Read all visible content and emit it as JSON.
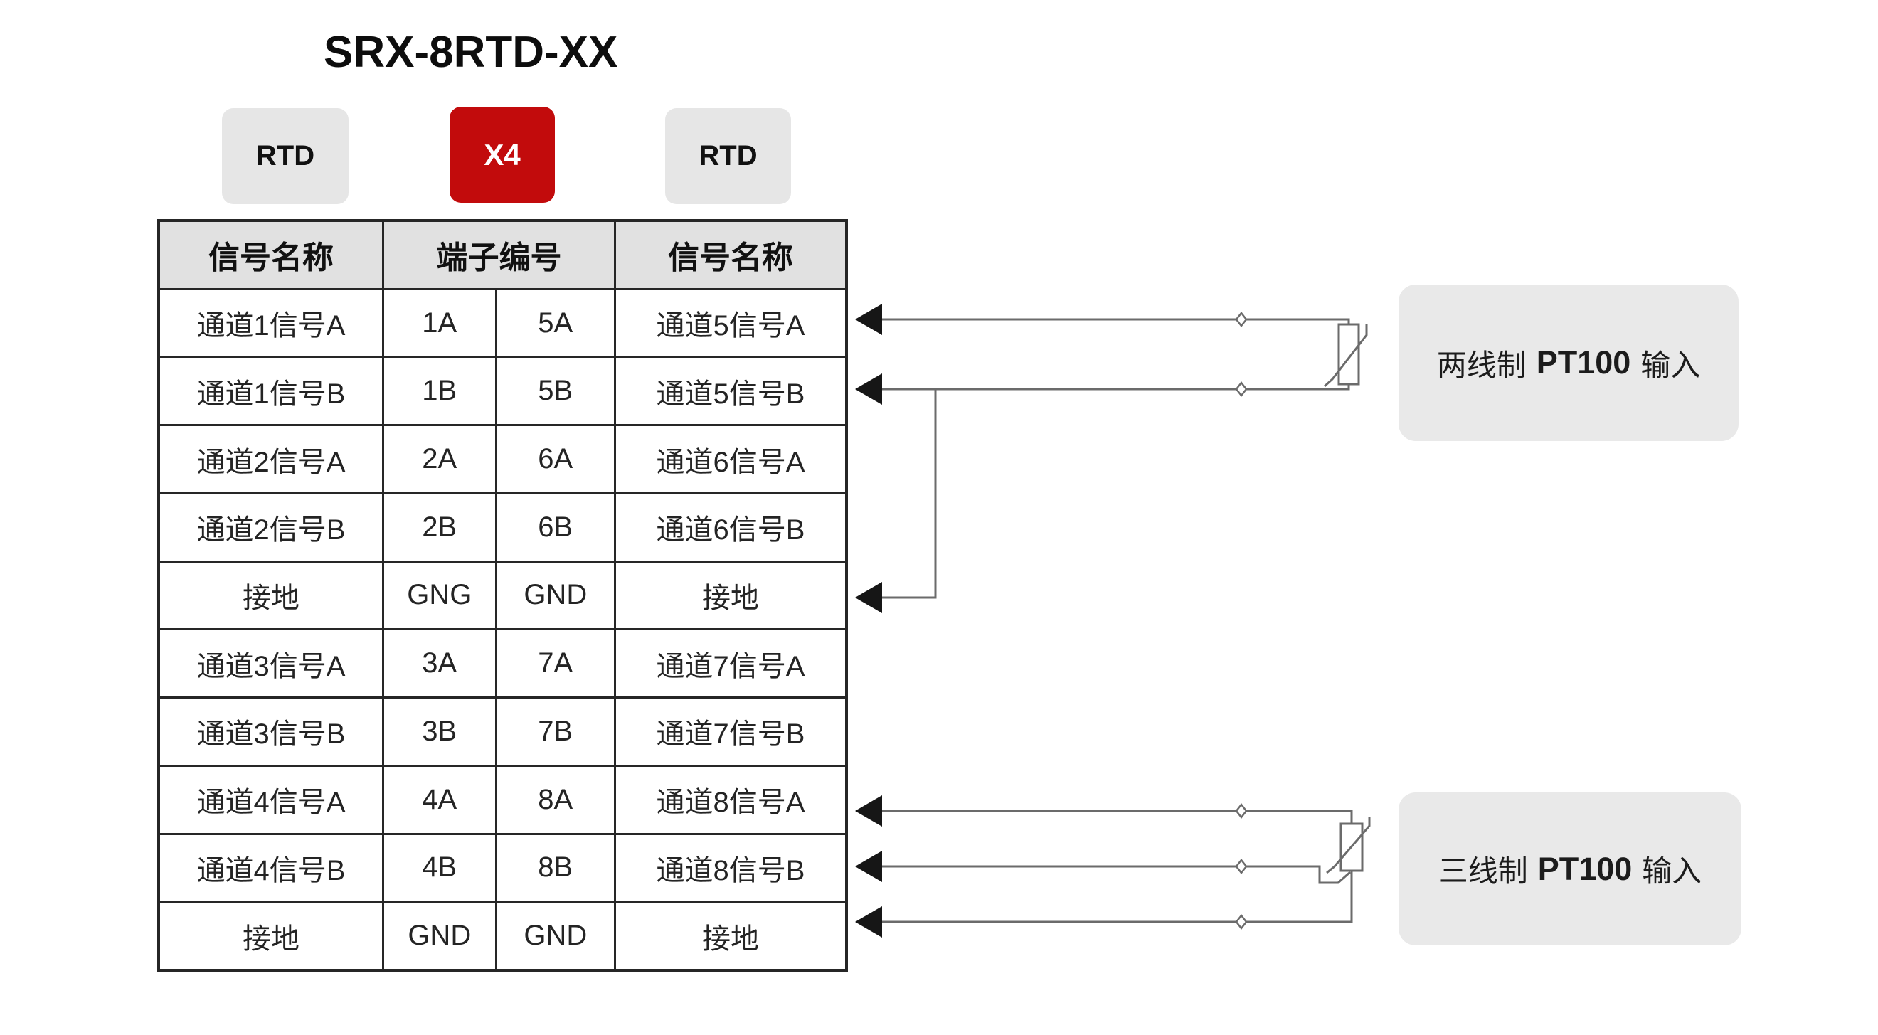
{
  "title": "SRX-8RTD-XX",
  "badges": {
    "left": "RTD",
    "center": "X4",
    "right": "RTD"
  },
  "colors": {
    "accent_red": "#c20b0c",
    "badge_gray": "#e6e6e6",
    "header_gray": "#e1e1e1",
    "label_gray": "#e9e9e9",
    "wire_gray": "#6b6b6b",
    "border_dark": "#262626",
    "arrow_black": "#161616"
  },
  "table": {
    "headers": [
      "信号名称",
      "端子编号",
      "信号名称"
    ],
    "rows": [
      {
        "left": "通道1信号A",
        "t1": "1A",
        "t2": "5A",
        "right": "通道5信号A"
      },
      {
        "left": "通道1信号B",
        "t1": "1B",
        "t2": "5B",
        "right": "通道5信号B"
      },
      {
        "left": "通道2信号A",
        "t1": "2A",
        "t2": "6A",
        "right": "通道6信号A"
      },
      {
        "left": "通道2信号B",
        "t1": "2B",
        "t2": "6B",
        "right": "通道6信号B"
      },
      {
        "left": "接地",
        "t1": "GNG",
        "t2": "GND",
        "right": "接地"
      },
      {
        "left": "通道3信号A",
        "t1": "3A",
        "t2": "7A",
        "right": "通道7信号A"
      },
      {
        "left": "通道3信号B",
        "t1": "3B",
        "t2": "7B",
        "right": "通道7信号B"
      },
      {
        "left": "通道4信号A",
        "t1": "4A",
        "t2": "8A",
        "right": "通道8信号A"
      },
      {
        "left": "通道4信号B",
        "t1": "4B",
        "t2": "8B",
        "right": "通道8信号B"
      },
      {
        "left": "接地",
        "t1": "GND",
        "t2": "GND",
        "right": "接地"
      }
    ]
  },
  "labels": {
    "two_wire": {
      "prefix": "两线制",
      "model": "PT100",
      "suffix": "输入"
    },
    "three_wire": {
      "prefix": "三线制",
      "model": "PT100",
      "suffix": "输入"
    }
  }
}
